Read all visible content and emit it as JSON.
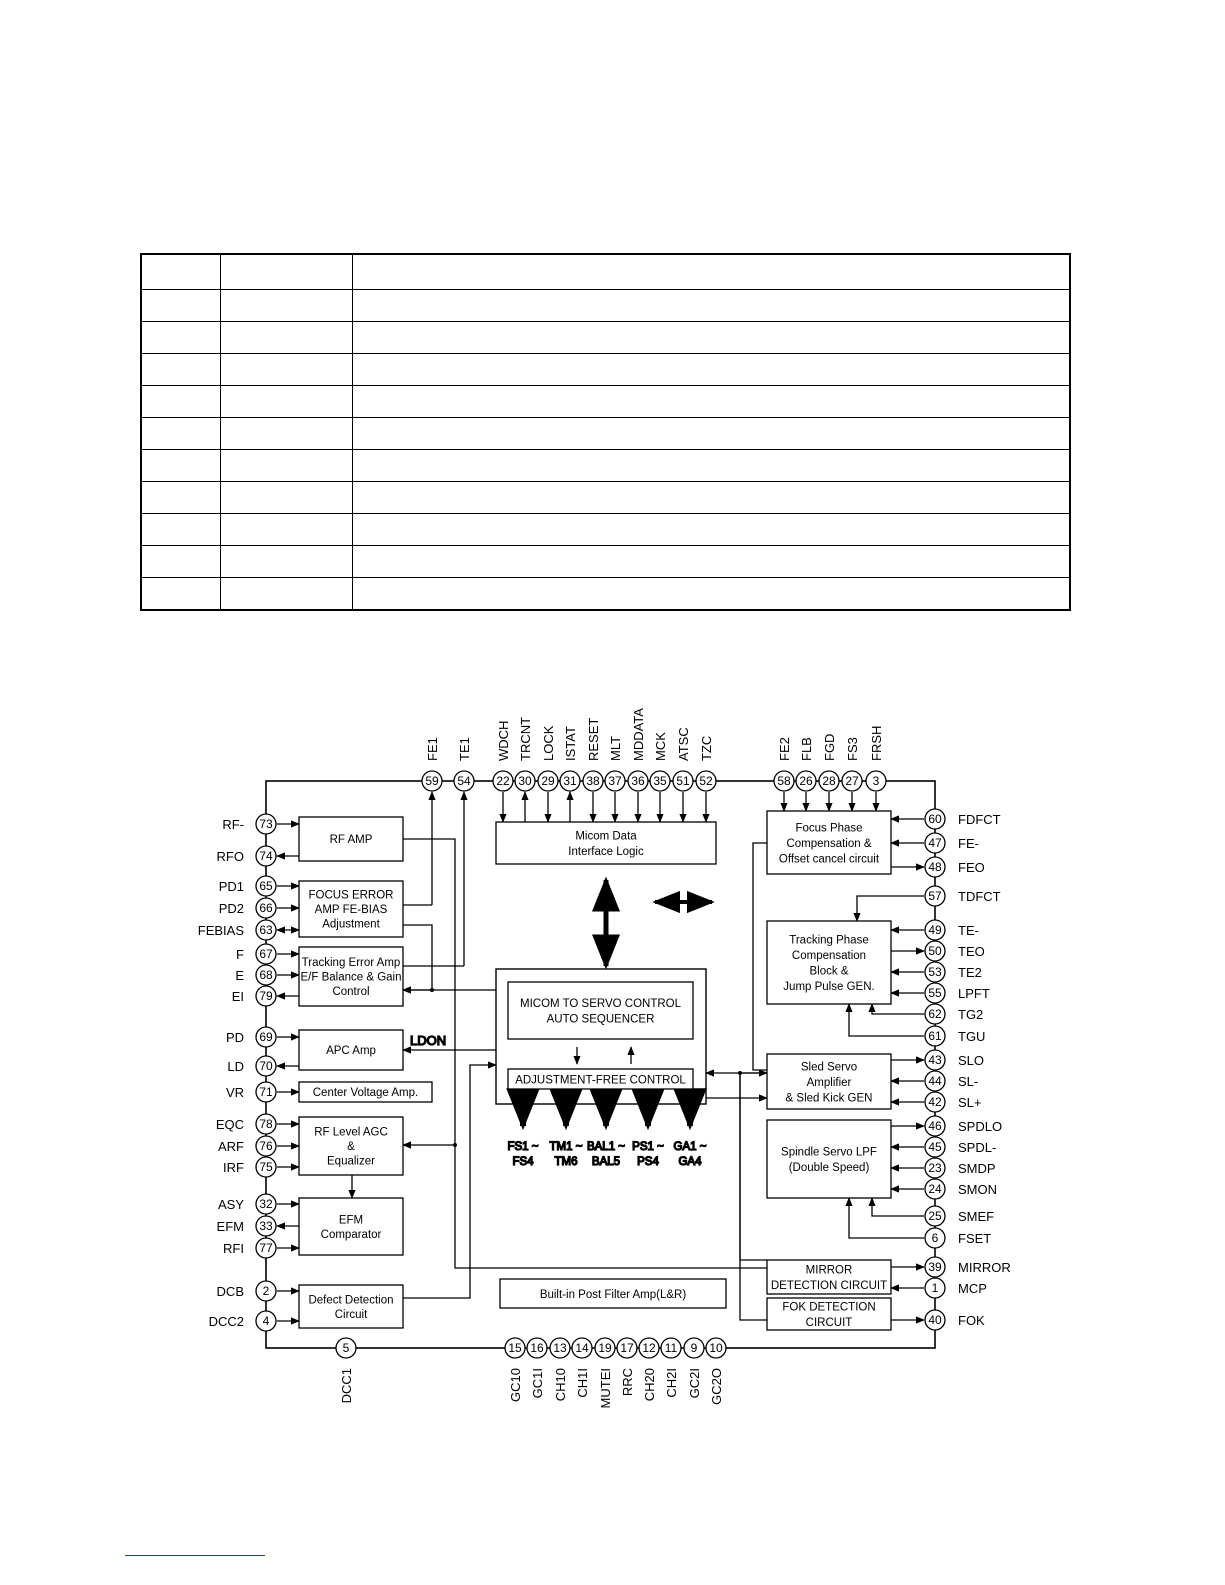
{
  "table": {
    "rows": 11,
    "cols": 3
  },
  "pins_top_left": [
    {
      "num": "59",
      "name": "FE1"
    },
    {
      "num": "54",
      "name": "TE1"
    }
  ],
  "pins_top_mid": [
    {
      "num": "22",
      "name": "WDCH"
    },
    {
      "num": "30",
      "name": "TRCNT"
    },
    {
      "num": "29",
      "name": "LOCK"
    },
    {
      "num": "31",
      "name": "ISTAT"
    },
    {
      "num": "38",
      "name": "RESET"
    },
    {
      "num": "37",
      "name": "MLT"
    },
    {
      "num": "36",
      "name": "MDDATA"
    },
    {
      "num": "35",
      "name": "MCK"
    },
    {
      "num": "51",
      "name": "ATSC"
    },
    {
      "num": "52",
      "name": "TZC"
    }
  ],
  "pins_top_right": [
    {
      "num": "58",
      "name": "FE2"
    },
    {
      "num": "26",
      "name": "FLB"
    },
    {
      "num": "28",
      "name": "FGD"
    },
    {
      "num": "27",
      "name": "FS3"
    },
    {
      "num": "3",
      "name": "FRSH"
    }
  ],
  "pins_left": [
    {
      "num": "73",
      "name": "RF-"
    },
    {
      "num": "74",
      "name": "RFO"
    },
    {
      "num": "65",
      "name": "PD1"
    },
    {
      "num": "66",
      "name": "PD2"
    },
    {
      "num": "63",
      "name": "FEBIAS"
    },
    {
      "num": "67",
      "name": "F"
    },
    {
      "num": "68",
      "name": "E"
    },
    {
      "num": "79",
      "name": "EI"
    },
    {
      "num": "69",
      "name": "PD"
    },
    {
      "num": "70",
      "name": "LD"
    },
    {
      "num": "71",
      "name": "VR"
    },
    {
      "num": "78",
      "name": "EQC"
    },
    {
      "num": "76",
      "name": "ARF"
    },
    {
      "num": "75",
      "name": "IRF"
    },
    {
      "num": "32",
      "name": "ASY"
    },
    {
      "num": "33",
      "name": "EFM"
    },
    {
      "num": "77",
      "name": "RFI"
    },
    {
      "num": "2",
      "name": "DCB"
    },
    {
      "num": "4",
      "name": "DCC2"
    }
  ],
  "pins_right": [
    {
      "num": "60",
      "name": "FDFCT"
    },
    {
      "num": "47",
      "name": "FE-"
    },
    {
      "num": "48",
      "name": "FEO"
    },
    {
      "num": "57",
      "name": "TDFCT"
    },
    {
      "num": "49",
      "name": "TE-"
    },
    {
      "num": "50",
      "name": "TEO"
    },
    {
      "num": "53",
      "name": "TE2"
    },
    {
      "num": "55",
      "name": "LPFT"
    },
    {
      "num": "62",
      "name": "TG2"
    },
    {
      "num": "61",
      "name": "TGU"
    },
    {
      "num": "43",
      "name": "SLO"
    },
    {
      "num": "44",
      "name": "SL-"
    },
    {
      "num": "42",
      "name": "SL+"
    },
    {
      "num": "46",
      "name": "SPDLO"
    },
    {
      "num": "45",
      "name": "SPDL-"
    },
    {
      "num": "23",
      "name": "SMDP"
    },
    {
      "num": "24",
      "name": "SMON"
    },
    {
      "num": "25",
      "name": "SMEF"
    },
    {
      "num": "6",
      "name": "FSET"
    },
    {
      "num": "39",
      "name": "MIRROR"
    },
    {
      "num": "1",
      "name": "MCP"
    },
    {
      "num": "40",
      "name": "FOK"
    }
  ],
  "pins_bottom": [
    {
      "num": "5",
      "name": "DCC1"
    },
    {
      "num": "15",
      "name": "GC10"
    },
    {
      "num": "16",
      "name": "GC1I"
    },
    {
      "num": "13",
      "name": "CH10"
    },
    {
      "num": "14",
      "name": "CH1I"
    },
    {
      "num": "19",
      "name": "MUTEI"
    },
    {
      "num": "17",
      "name": "RRC"
    },
    {
      "num": "12",
      "name": "CH20"
    },
    {
      "num": "11",
      "name": "CH2I"
    },
    {
      "num": "9",
      "name": "GC2I"
    },
    {
      "num": "10",
      "name": "GC2O"
    }
  ],
  "blocks": {
    "rf_amp": [
      "RF AMP"
    ],
    "focus_error": [
      "FOCUS ERROR",
      "AMP FE-BIAS",
      "Adjustment"
    ],
    "tracking_error": [
      "Tracking Error Amp",
      "E/F Balance & Gain",
      "Control"
    ],
    "apc_amp": [
      "APC Amp"
    ],
    "center_voltage": [
      "Center Voltage Amp."
    ],
    "rf_level_agc": [
      "RF Level AGC",
      "&",
      "Equalizer"
    ],
    "efm_comparator": [
      "EFM",
      "Comparator"
    ],
    "defect_detection": [
      "Defect Detection",
      "Circuit"
    ],
    "micom_interface": [
      "Micom Data",
      "Interface Logic"
    ],
    "auto_sequencer": [
      "MICOM TO SERVO CONTROL",
      "AUTO SEQUENCER"
    ],
    "adjustment_free": [
      "ADJUSTMENT-FREE CONTROL"
    ],
    "post_filter": [
      "Built-in Post Filter Amp(L&R)"
    ],
    "focus_phase": [
      "Focus Phase",
      "Compensation &",
      "Offset cancel circuit"
    ],
    "tracking_phase": [
      "Tracking Phase",
      "Compensation",
      "Block &",
      "Jump Pulse GEN."
    ],
    "sled_servo": [
      "Sled Servo",
      "Amplifier",
      "& Sled Kick GEN"
    ],
    "spindle_servo": [
      "Spindle Servo LPF",
      "(Double Speed)"
    ],
    "mirror_detection": [
      "MIRROR",
      "DETECTION CIRCUIT"
    ],
    "fok_detection": [
      "FOK DETECTION",
      "CIRCUIT"
    ]
  },
  "ldon_label": "LDON",
  "bus_outputs": [
    [
      "FS1 ~",
      "FS4"
    ],
    [
      "TM1 ~",
      "TM6"
    ],
    [
      "BAL1 ~",
      "BAL5"
    ],
    [
      "PS1 ~",
      "PS4"
    ],
    [
      "GA1 ~",
      "GA4"
    ]
  ]
}
